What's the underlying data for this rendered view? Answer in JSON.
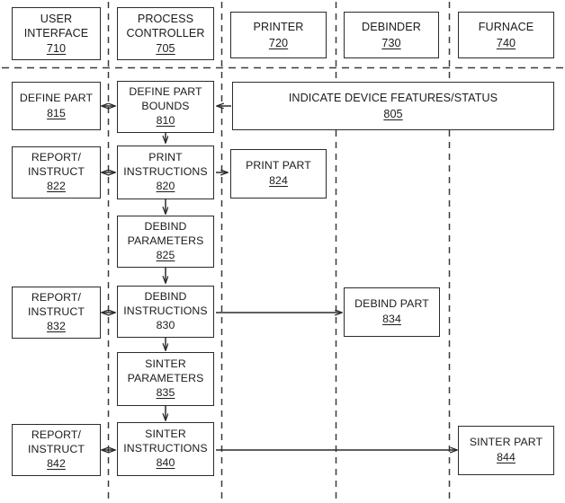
{
  "diagram": {
    "title": "Additive manufacturing process control swimlane diagram",
    "stroke_color": "#2b2b2b",
    "background_color": "#ffffff",
    "lane_divider_style": "dashed"
  },
  "lanes": [
    {
      "id": "lane-user-interface",
      "header_ref": "710"
    },
    {
      "id": "lane-process-controller",
      "header_ref": "705"
    },
    {
      "id": "lane-printer",
      "header_ref": "720"
    },
    {
      "id": "lane-debinder",
      "header_ref": "730"
    },
    {
      "id": "lane-furnace",
      "header_ref": "740"
    }
  ],
  "headers": [
    {
      "name": "user-interface",
      "line1": "USER",
      "line2": "INTERFACE",
      "ref": "710"
    },
    {
      "name": "process-controller",
      "line1": "PROCESS",
      "line2": "CONTROLLER",
      "ref": "705"
    },
    {
      "name": "printer",
      "line1": "PRINTER",
      "line2": "",
      "ref": "720"
    },
    {
      "name": "debinder",
      "line1": "DEBINDER",
      "line2": "",
      "ref": "730"
    },
    {
      "name": "furnace",
      "line1": "FURNACE",
      "line2": "",
      "ref": "740"
    }
  ],
  "nodes": {
    "define_part": {
      "line1": "DEFINE PART",
      "line2": "",
      "ref": "815",
      "underlined": true
    },
    "define_part_bounds": {
      "line1": "DEFINE PART",
      "line2": "BOUNDS",
      "ref": "810",
      "underlined": true
    },
    "indicate_status": {
      "line1": "INDICATE DEVICE FEATURES/STATUS",
      "line2": "",
      "ref": "805",
      "underlined": true
    },
    "report_instruct_822": {
      "line1": "REPORT/",
      "line2": "INSTRUCT",
      "ref": "822",
      "underlined": true
    },
    "print_instructions": {
      "line1": "PRINT",
      "line2": "INSTRUCTIONS",
      "ref": "820",
      "underlined": true
    },
    "print_part": {
      "line1": "PRINT PART",
      "line2": "",
      "ref": "824",
      "underlined": true
    },
    "debind_parameters": {
      "line1": "DEBIND",
      "line2": "PARAMETERS",
      "ref": "825",
      "underlined": true
    },
    "report_instruct_832": {
      "line1": "REPORT/",
      "line2": "INSTRUCT",
      "ref": "832",
      "underlined": true
    },
    "debind_instructions": {
      "line1": "DEBIND",
      "line2": "INSTRUCTIONS",
      "ref": "830",
      "underlined": false
    },
    "debind_part": {
      "line1": "DEBIND PART",
      "line2": "",
      "ref": "834",
      "underlined": true
    },
    "sinter_parameters": {
      "line1": "SINTER",
      "line2": "PARAMETERS",
      "ref": "835",
      "underlined": true
    },
    "report_instruct_842": {
      "line1": "REPORT/",
      "line2": "INSTRUCT",
      "ref": "842",
      "underlined": true
    },
    "sinter_instructions": {
      "line1": "SINTER",
      "line2": "INSTRUCTIONS",
      "ref": "840",
      "underlined": true
    },
    "sinter_part": {
      "line1": "SINTER PART",
      "line2": "",
      "ref": "844",
      "underlined": true
    }
  },
  "connectors": [
    {
      "name": "connector-815-810",
      "from": "815",
      "to": "810",
      "arrow": "double"
    },
    {
      "name": "connector-805-810",
      "from": "805",
      "to": "810",
      "arrow": "single-left"
    },
    {
      "name": "connector-810-820",
      "from": "810",
      "to": "820",
      "arrow": "single-down"
    },
    {
      "name": "connector-822-820",
      "from": "822",
      "to": "820",
      "arrow": "double"
    },
    {
      "name": "connector-820-824",
      "from": "820",
      "to": "824",
      "arrow": "single-right"
    },
    {
      "name": "connector-820-825",
      "from": "820",
      "to": "825",
      "arrow": "single-down"
    },
    {
      "name": "connector-825-830",
      "from": "825",
      "to": "830",
      "arrow": "single-down"
    },
    {
      "name": "connector-832-830",
      "from": "832",
      "to": "830",
      "arrow": "double"
    },
    {
      "name": "connector-830-834",
      "from": "830",
      "to": "834",
      "arrow": "single-right"
    },
    {
      "name": "connector-830-835",
      "from": "830",
      "to": "835",
      "arrow": "single-down"
    },
    {
      "name": "connector-835-840",
      "from": "835",
      "to": "840",
      "arrow": "single-down"
    },
    {
      "name": "connector-842-840",
      "from": "842",
      "to": "840",
      "arrow": "double"
    },
    {
      "name": "connector-840-844",
      "from": "840",
      "to": "844",
      "arrow": "single-right"
    }
  ]
}
